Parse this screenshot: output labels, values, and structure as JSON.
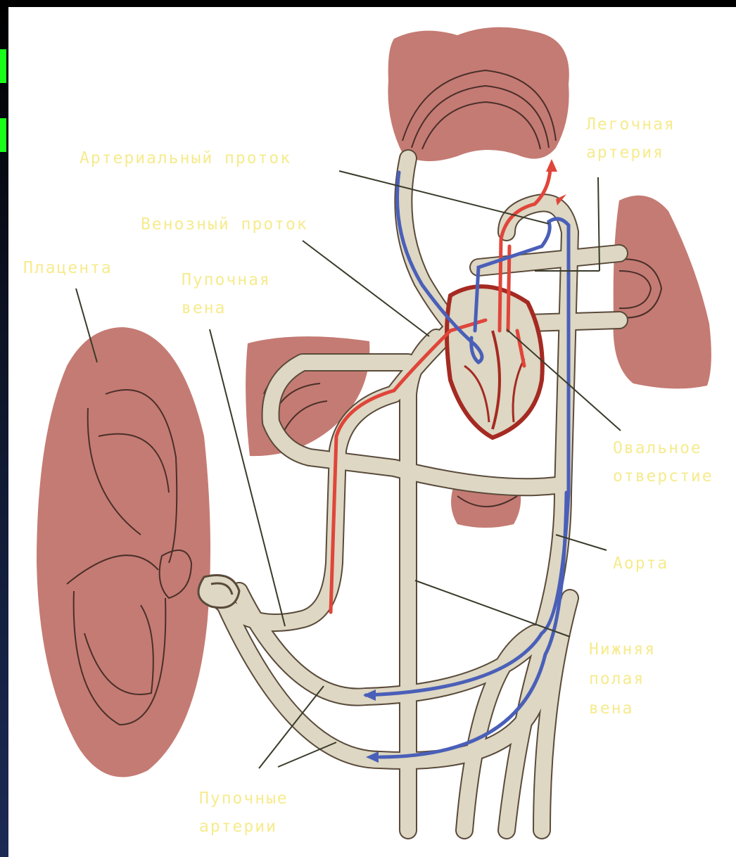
{
  "labels": {
    "arterial_duct": "Артериальный проток",
    "pulmonary_artery_1": "Легочная",
    "pulmonary_artery_2": "артерия",
    "venous_duct": "Венозный проток",
    "placenta": "Плацента",
    "umbilical_vein_1": "Пупочная",
    "umbilical_vein_2": "вена",
    "foramen_ovale_1": "Овальное",
    "foramen_ovale_2": "отверстие",
    "aorta": "Аорта",
    "ivc_1": "Нижняя",
    "ivc_2": "полая",
    "ivc_3": "вена",
    "umbilical_arteries_1": "Пупочные",
    "umbilical_arteries_2": "артерии"
  },
  "colors": {
    "organ": "#c47b73",
    "vessel": "#ddd7c3",
    "vessel_outline": "#5a4a3a",
    "arterial_blood": "#e0453a",
    "venous_blood": "#4a5fb8",
    "label": "#f6eb8e",
    "heart_muscle": "#a52a22"
  }
}
